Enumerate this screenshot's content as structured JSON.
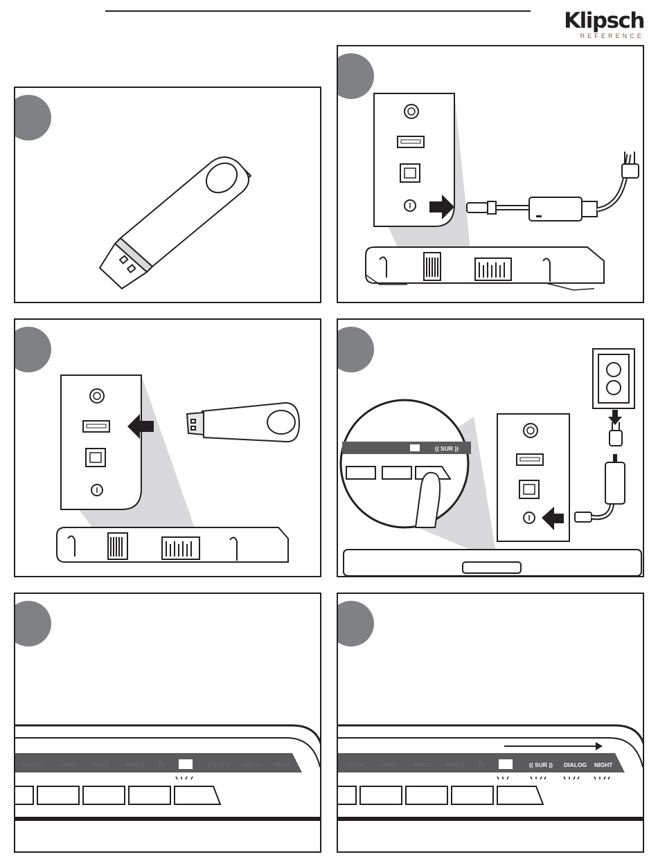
{
  "brand": {
    "name": "Klipsch",
    "sub": "REFERENCE"
  },
  "icons": {
    "step_marker": "grey-circle",
    "usb_drive": "usb-flash-drive-icon",
    "power_adapter": "power-adapter-icon",
    "wall_outlet": "wall-outlet-icon",
    "soundbar": "soundbar-icon",
    "finger_press": "finger-press-icon"
  },
  "steps": [
    {
      "id": 1,
      "panel": "usb-drive"
    },
    {
      "id": 2,
      "panel": "connect-power"
    },
    {
      "id": 3,
      "panel": "insert-usb"
    },
    {
      "id": 4,
      "panel": "press-volume-up"
    },
    {
      "id": 5,
      "panel": "dolby-led-blinks"
    },
    {
      "id": 6,
      "panel": "leds-chase"
    }
  ],
  "control_panel": {
    "inputs": [
      "DIGITAL",
      "HDMI 1",
      "HDMI 2",
      "HDMI 3",
      "TV"
    ],
    "modes": [
      "(( SUR ))",
      "DIALOG",
      "NIGHT"
    ],
    "zoom_sur": "(( SUR ))"
  },
  "colors": {
    "ink": "#231f20",
    "step_circle": "#808184",
    "panel_strip": "#5b5b5e",
    "logo_sub": "#7a5d3b"
  }
}
